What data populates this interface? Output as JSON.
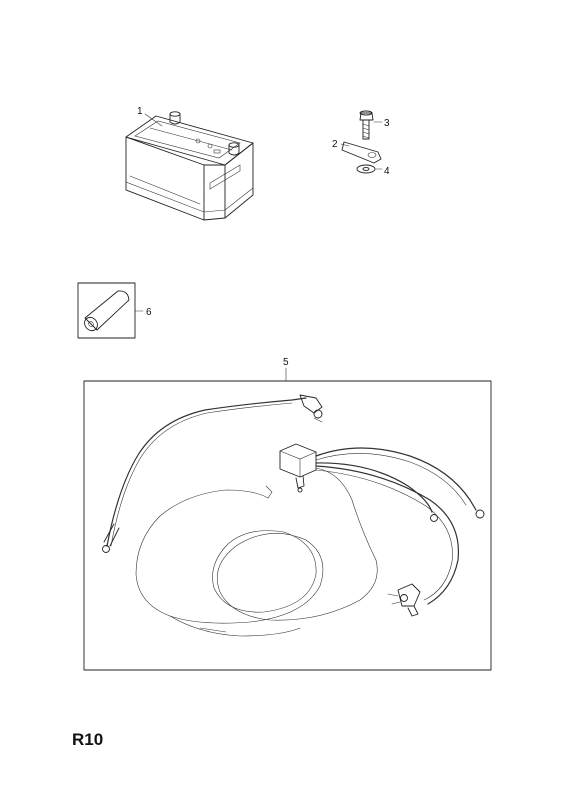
{
  "callouts": {
    "c1": "1",
    "c2": "2",
    "c3": "3",
    "c4": "4",
    "c5": "5",
    "c6": "6"
  },
  "page_code": "R10"
}
